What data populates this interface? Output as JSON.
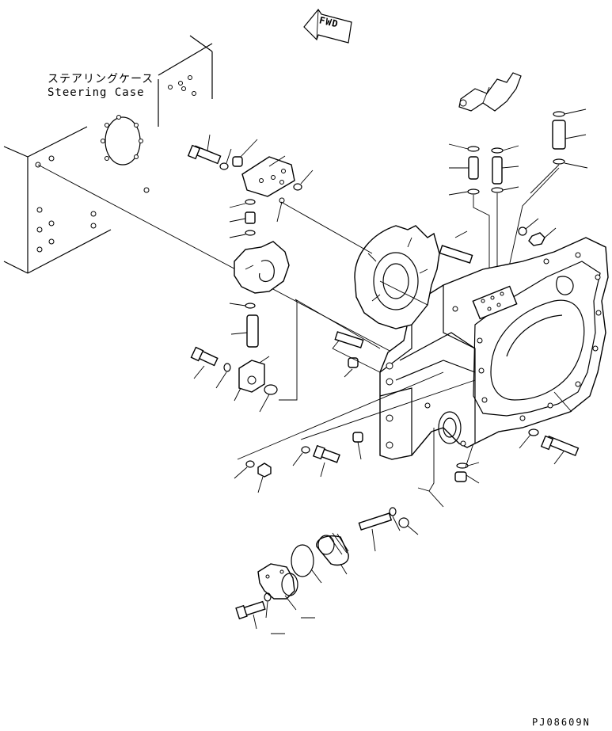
{
  "labels": {
    "steering_case_jp": "ステアリングケース",
    "steering_case_en": "Steering Case",
    "fwd": "FWD",
    "drawing_number": "PJ08609N"
  },
  "icons": {
    "direction_arrow": "fwd-arrow-icon"
  }
}
